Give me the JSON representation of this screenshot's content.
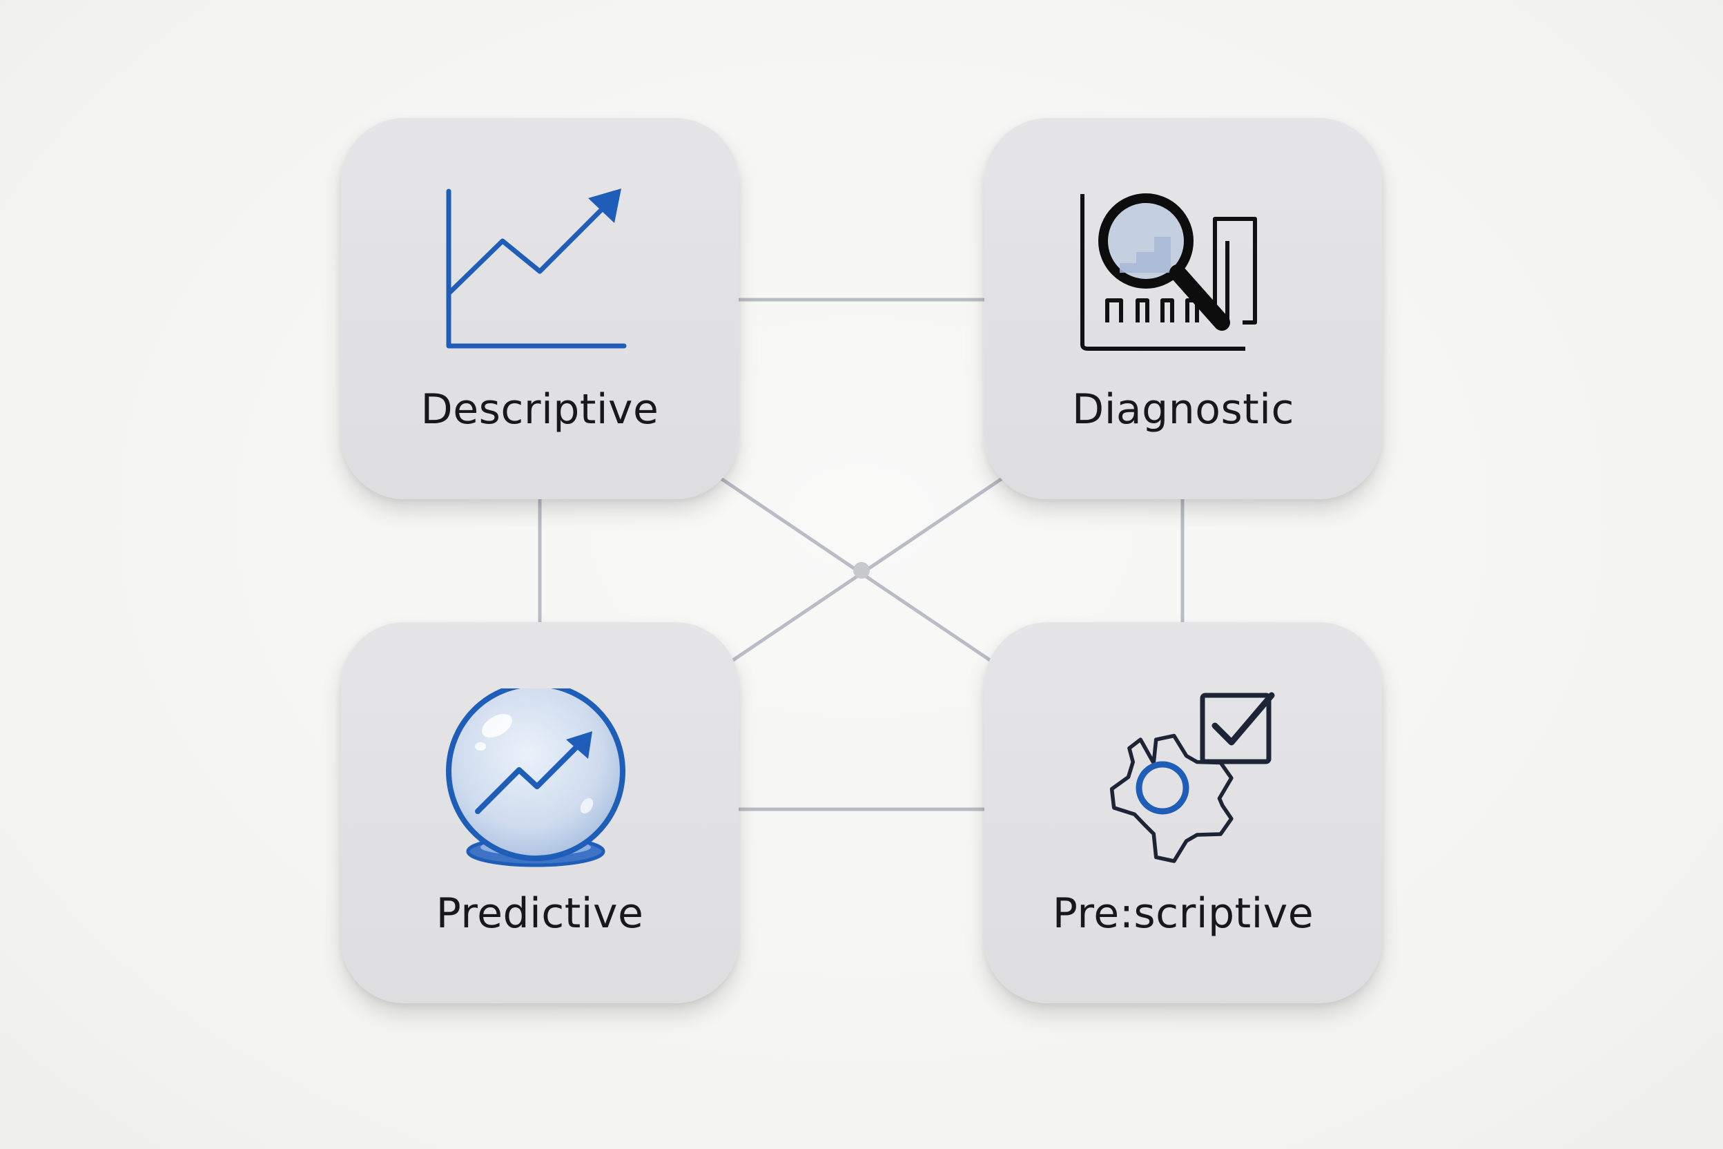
{
  "colors": {
    "background": "#f6f6f4",
    "card": "#e2e2e4",
    "connector": "#b9bcc4",
    "accent_blue": "#1f5eb8",
    "dark_icon": "#1c2435",
    "label_text": "#18181c"
  },
  "cards": [
    {
      "id": "descriptive",
      "label": "Descriptive",
      "icon": "line-chart-trend-up-icon"
    },
    {
      "id": "diagnostic",
      "label": "Diagnostic",
      "icon": "magnifier-bar-chart-icon"
    },
    {
      "id": "predictive",
      "label": "Predictive",
      "icon": "crystal-ball-trend-icon"
    },
    {
      "id": "prescriptive",
      "label": "Pre:scriptive",
      "icon": "gear-checkbox-icon"
    }
  ]
}
